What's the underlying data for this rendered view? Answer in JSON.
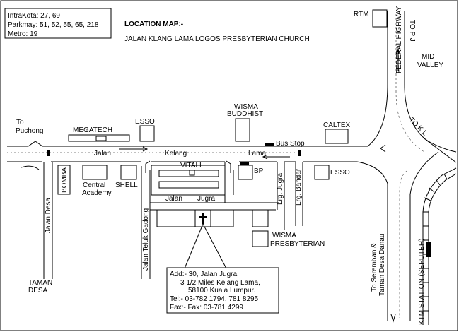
{
  "bus_routes": {
    "line1": "IntraKota: 27, 69",
    "line2": "Parkmay: 51, 52, 55, 65, 218",
    "line3": "Metro: 19"
  },
  "title": "LOCATION MAP:-",
  "subtitle": "JALAN KLANG LAMA LOGOS PRESBYTERIAN CHURCH",
  "labels": {
    "rtm": "RTM",
    "federal_highway": "FEDERAL HIGHWAY",
    "to_pj": "TO P J",
    "mid_valley_1": "MID",
    "mid_valley_2": "VALLEY",
    "wisma_buddhist_1": "WISMA",
    "wisma_buddhist_2": "BUDDHIST",
    "to_puchong_1": "To",
    "to_puchong_2": "Puchong",
    "megatech": "MEGATECH",
    "esso_top": "ESSO",
    "caltex": "CALTEX",
    "bus_stop": "Bus Stop",
    "to_kl": "TO K L",
    "jalan": "Jalan",
    "kelang": "Kelang",
    "lama": "Lama",
    "bomba": "BOMBA",
    "central_academy_1": "Central",
    "central_academy_2": "Academy",
    "shell": "SHELL",
    "vitali": "VITALI",
    "bp": "BP",
    "esso_right": "ESSO",
    "jalan_jugra_1": "Jalan",
    "jalan_jugra_2": "Jugra",
    "jalan_desa": "Jalan   Desa",
    "jalan_teluk_gadong": "Jalan Teluk Gadong",
    "lrg_jugra": "Lrg. Jugra",
    "lrg_bandar": "Lrg. Bandar",
    "wisma_presbyterian_1": "WISMA",
    "wisma_presbyterian_2": "PRESBYTERIAN",
    "to_seremban_1": "To Seremban &",
    "to_seremban_2": "Taman Desa Danau",
    "ktm_station": "KTM STATION (SEPUTEH)",
    "taman_desa_1": "TAMAN",
    "taman_desa_2": "DESA"
  },
  "address": {
    "line1": "Add:- 30, Jalan Jugra,",
    "line2": "3 1/2 Miles Kelang Lama,",
    "line3": "58100  Kuala Lumpur.",
    "tel": "Tel:-    03-782 1794, 781 8295",
    "fax": "Fax:-   Fax: 03-781 4299"
  }
}
